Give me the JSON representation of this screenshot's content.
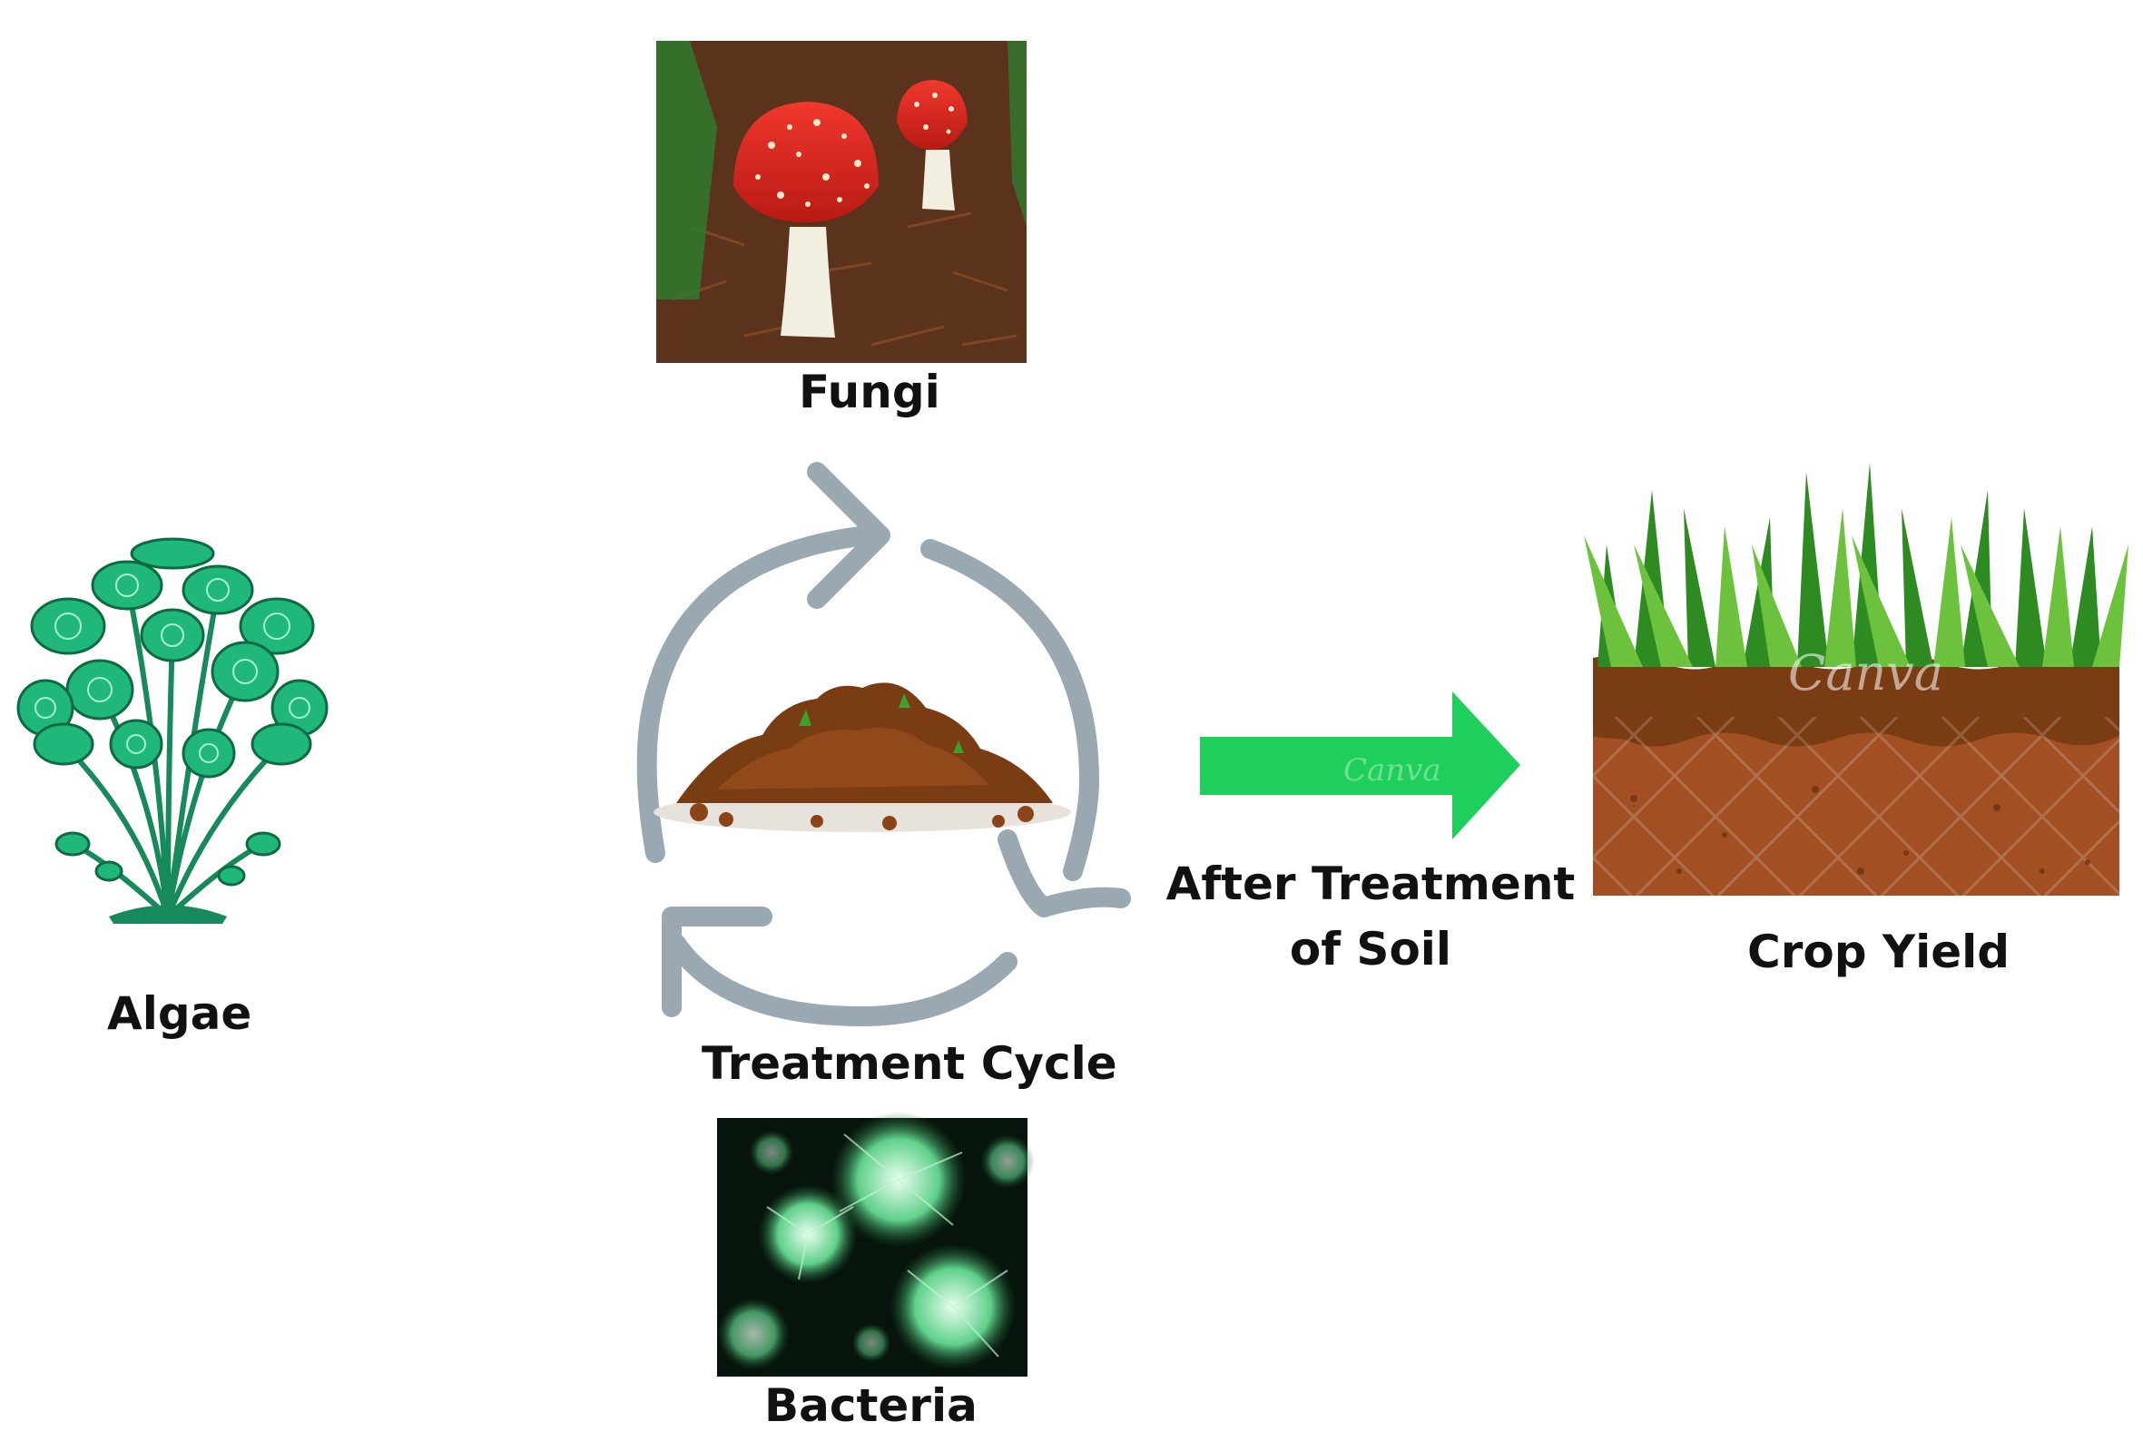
{
  "labels": {
    "fungi": "Fungi",
    "algae": "Algae",
    "treatment_cycle": "Treatment Cycle",
    "bacteria": "Bacteria",
    "after_treatment": "After Treatment of Soil",
    "crop_yield": "Crop Yield"
  },
  "watermark": "Canva",
  "icons": {
    "fungi": "mushroom-photo-icon",
    "algae": "algae-illustration-icon",
    "soil": "soil-pile-icon",
    "bacteria": "bacteria-photo-icon",
    "crop": "grass-soil-icon",
    "cycle": "cycle-arrows-icon",
    "arrow": "right-arrow-icon"
  },
  "colors": {
    "cycle_arrow": "#9aa8b2",
    "green_arrow": "#1fcf5c",
    "mushroom_cap": "#e52a24",
    "soil_dark": "#7a3c12",
    "soil_light": "#a14f23",
    "grass": "#3da02e",
    "algae": "#1fb77a"
  }
}
